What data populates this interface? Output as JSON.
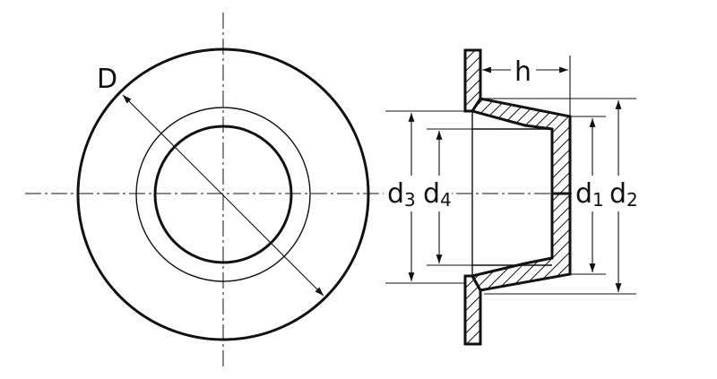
{
  "diagram": {
    "labels": {
      "D": "D",
      "h": "h",
      "d3": {
        "base": "d",
        "sub": "3"
      },
      "d4": {
        "base": "d",
        "sub": "4"
      },
      "d1": {
        "base": "d",
        "sub": "1"
      },
      "d2": {
        "base": "d",
        "sub": "2"
      }
    }
  }
}
